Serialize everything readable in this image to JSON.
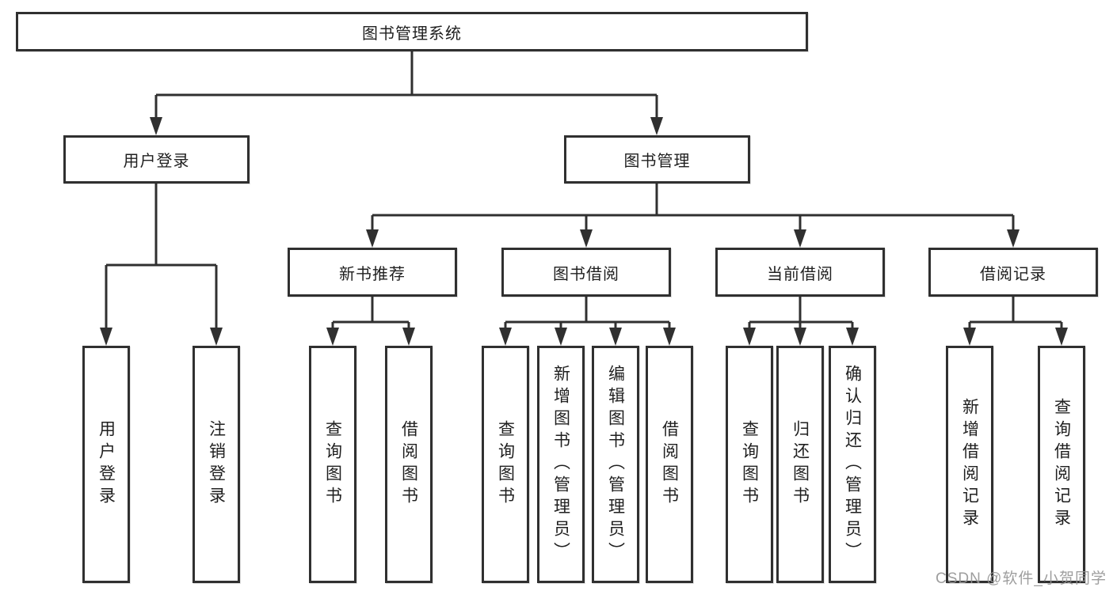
{
  "root": {
    "label": "图书管理系统"
  },
  "nodes": {
    "user_login": {
      "label": "用户登录",
      "children": [
        "用户登录",
        "注销登录"
      ]
    },
    "book_management": {
      "label": "图书管理"
    },
    "new_books": {
      "label": "新书推荐",
      "children": [
        "查询图书",
        "借阅图书"
      ]
    },
    "book_borrow": {
      "label": "图书借阅",
      "children": [
        "查询图书",
        "新增图书（管理员）",
        "编辑图书（管理员）",
        "借阅图书"
      ]
    },
    "current_borrow": {
      "label": "当前借阅",
      "children": [
        "查询图书",
        "归还图书",
        "确认归还（管理员）"
      ]
    },
    "borrow_records": {
      "label": "借阅记录",
      "children": [
        "新增借阅记录",
        "查询借阅记录"
      ]
    }
  },
  "watermark": "CSDN @软件_小贺同学",
  "colors": {
    "line": "#303030",
    "text": "#1f1f1f",
    "box_bg": "#ffffff",
    "watermark": "#949494"
  }
}
